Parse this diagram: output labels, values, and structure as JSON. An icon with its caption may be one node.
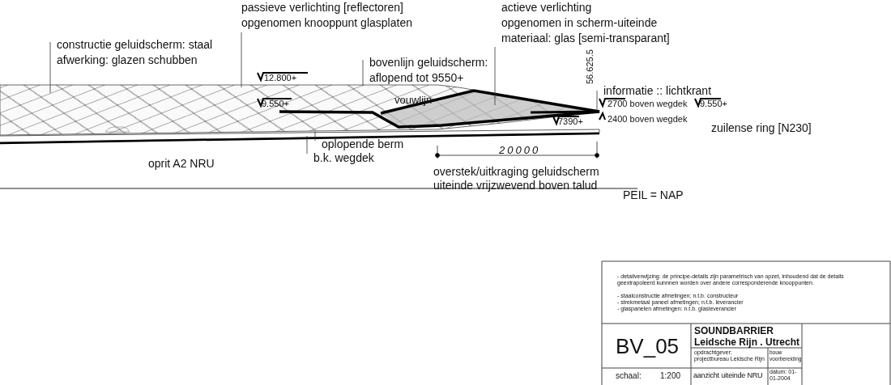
{
  "diagram": {
    "nodes": [
      {
        "text": [
          "constructie geluidscherm: staal",
          "afwerking: glazen schubben"
        ]
      },
      {
        "text": [
          "passieve verlichting [reflectoren]",
          "opgenomen knooppunt glasplaten"
        ]
      },
      {
        "text": [
          "bovenlijn geluidscherm: aflopend tot 9550+"
        ]
      },
      {
        "text": [
          "actieve verlichting",
          "opgenomen in scherm-uiteinde",
          "materiaal: glas [semi-transparant]"
        ]
      },
      {
        "text": [
          "informatie :: lichtkrant"
        ]
      },
      {
        "text": [
          "oplopende berm"
        ]
      },
      {
        "text": [
          "b.k. wegdek"
        ]
      },
      {
        "text": [],
        "shape": "picture"
      }
    ],
    "edges": [
      {
        "from": 0,
        "to": 7,
        "arrow": "none"
      },
      {
        "from": 1,
        "to": 7,
        "arrow": "none"
      },
      {
        "from": 2,
        "to": 7,
        "arrow": "none"
      },
      {
        "from": 3,
        "to": 7,
        "arrow": "none"
      },
      {
        "from": 4,
        "to": 7,
        "arrow": "none"
      },
      {
        "from": 5,
        "to": 7,
        "arrow": "none"
      },
      {
        "from": 6,
        "to": 7,
        "arrow": "none"
      }
    ],
    "labels": [
      "12.800+",
      "9.550+",
      "vouwlijn",
      "56.625.5",
      "2700 boven wegdek",
      "9.550+",
      "7390+",
      "2400 boven wegdek",
      "zuilense ring [N230]",
      "oprit A2 NRU",
      "20000",
      "overstek/uitkraging geluidscherm uiteinde vrijzwevend boven talud",
      "PEIL = NAP",
      "- detailverwijzing: de principe-details zijn parametrisch van opzet, inhoudend dat de details geextrapoleerd kunnnen worden over andere corresponderende knooppunten.",
      "- staalconstructie afmetingen; n.t.b. constructeur",
      "- strekmetaal paneel afmetingen; n.t.b. leverancier",
      "- glaspanelen afmetingen: n.t.b. glasleverancier",
      "BV_05",
      "SOUNDBARRIER",
      "Leidsche Rijn . Utrecht",
      "opdrachtgever: projectbureau Leidsche Rijn",
      "bouw voorbereiding",
      "schaal:",
      "1:200",
      "aanzicht uiteinde NRU",
      "datum: 01-01-2004"
    ]
  }
}
